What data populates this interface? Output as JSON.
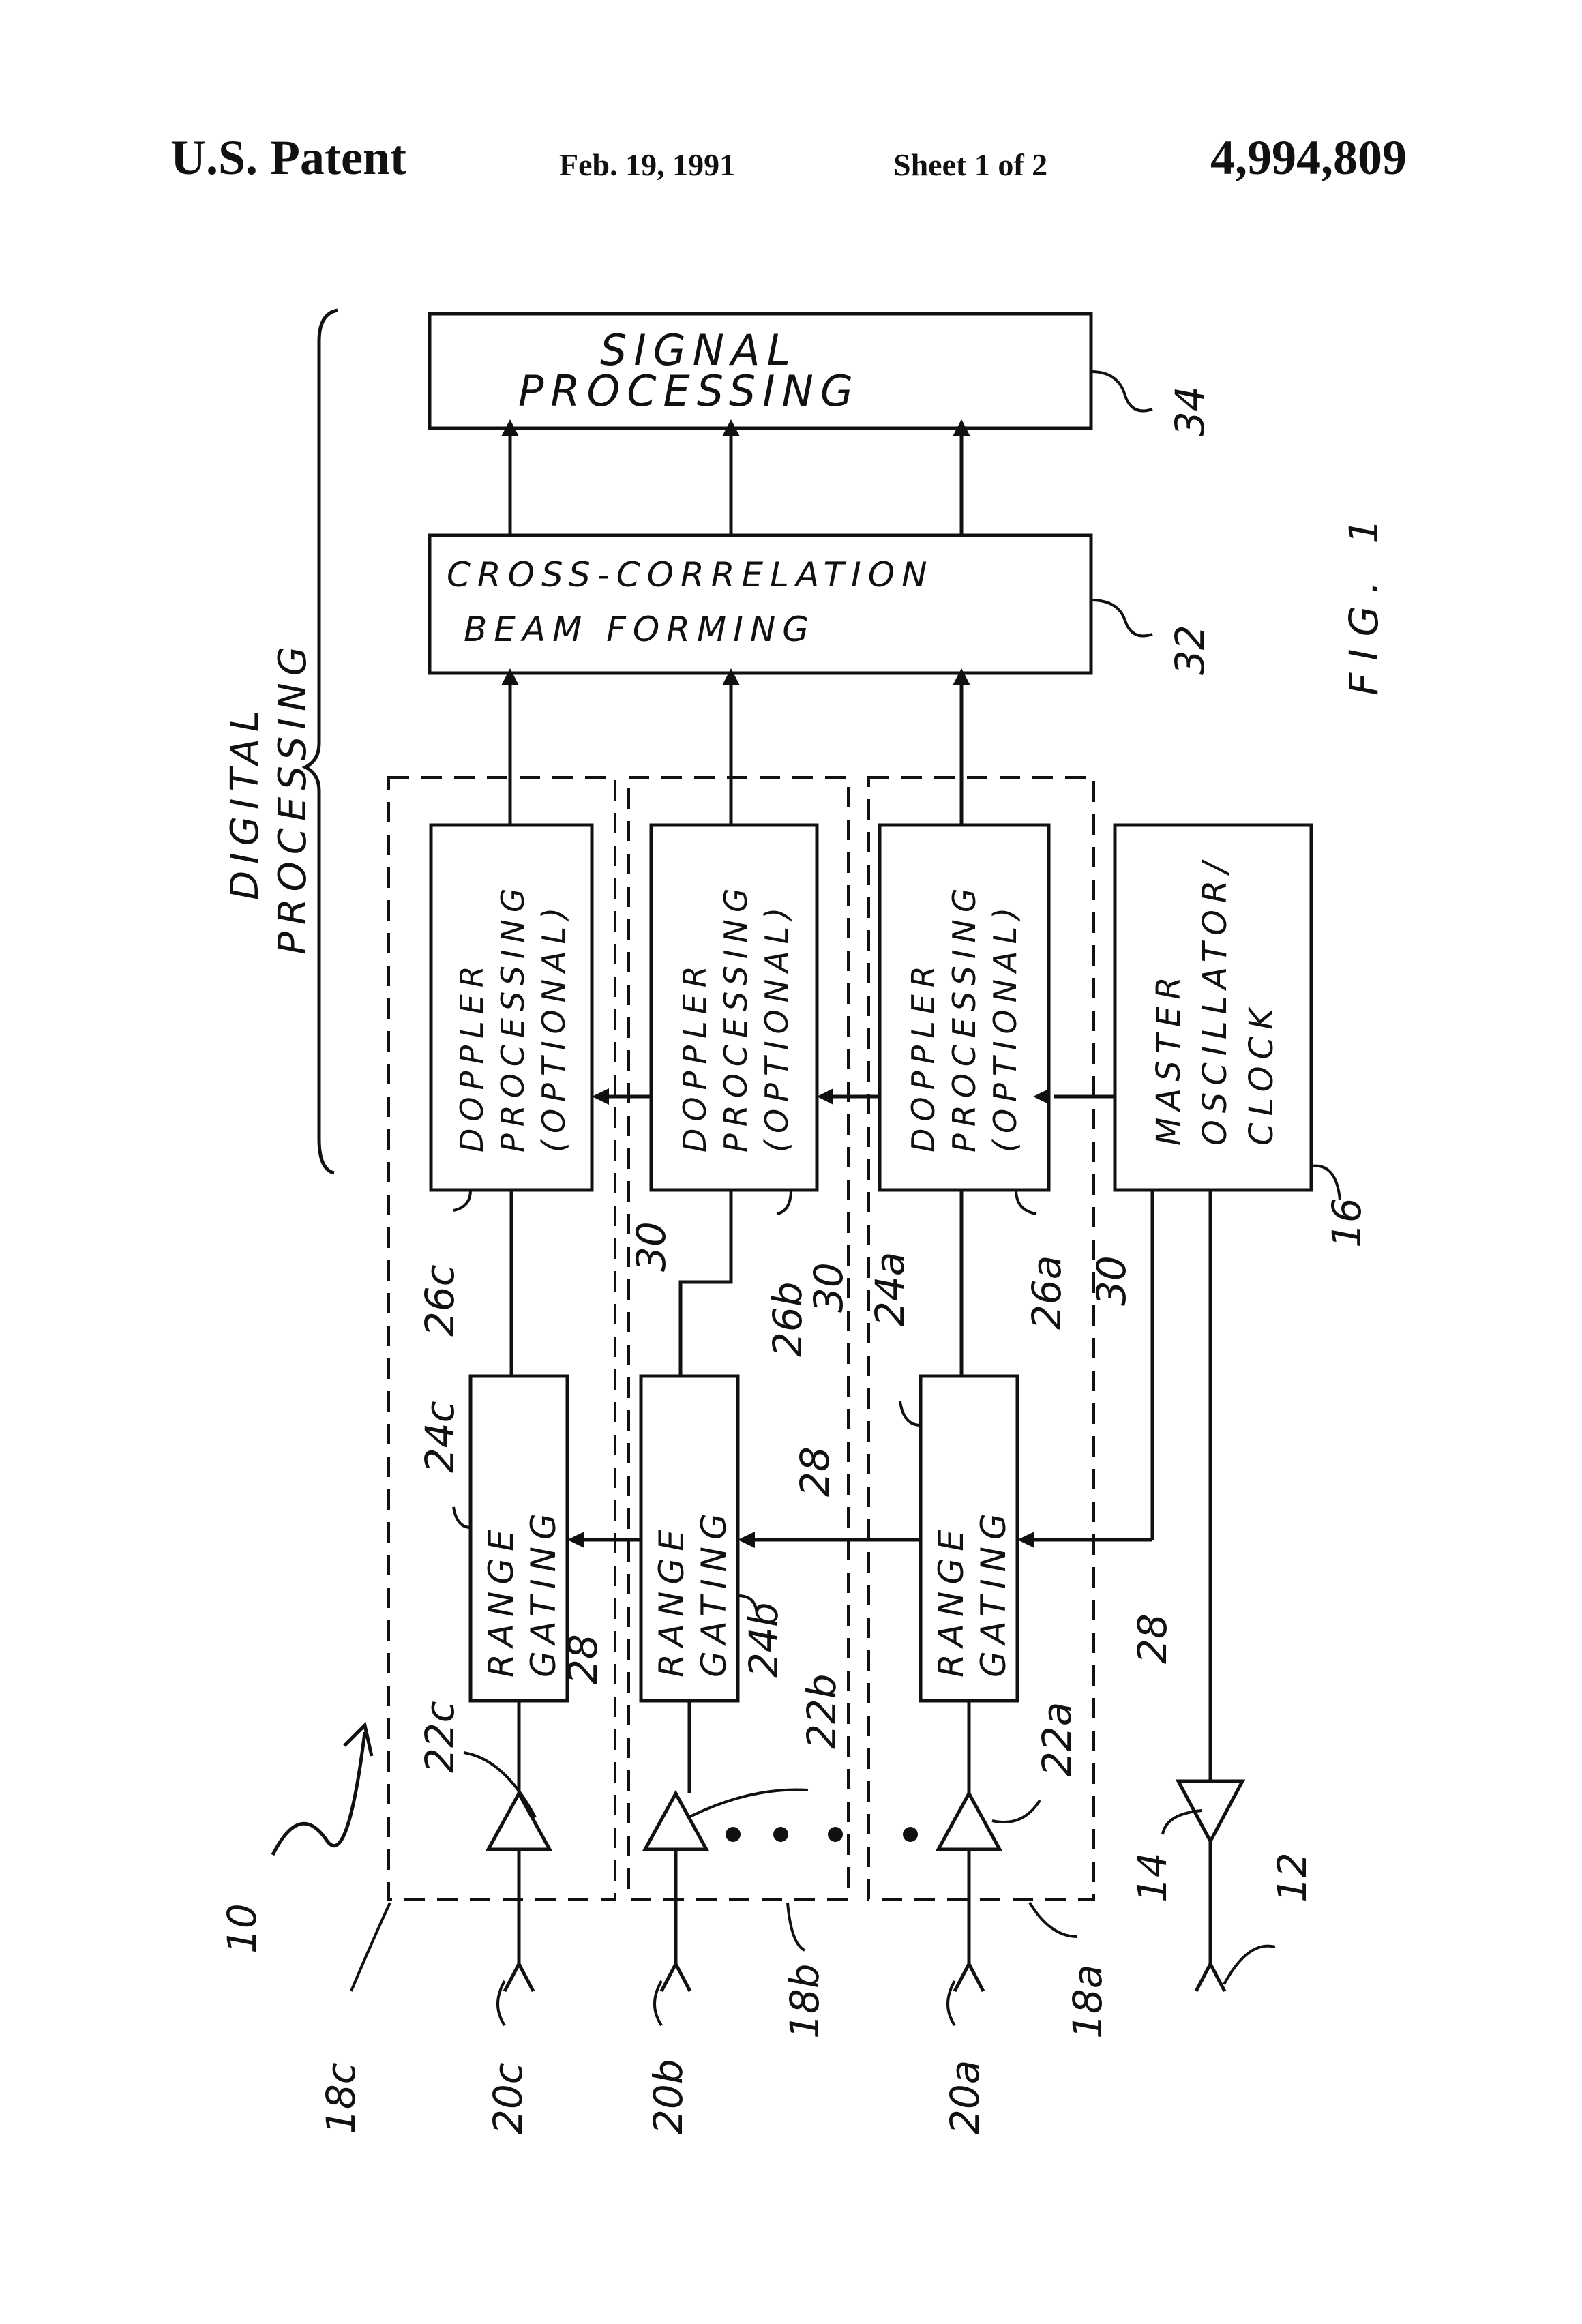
{
  "header": {
    "left": "U.S. Patent",
    "date": "Feb. 19, 1991",
    "sheet": "Sheet 1 of 2",
    "patent_number": "4,994,809"
  },
  "figure": {
    "caption": "FIG. 1",
    "bracket_label_line1": "DIGITAL",
    "bracket_label_line2": "PROCESSING",
    "blocks": {
      "signal_processing": [
        "SIGNAL",
        "PROCESSING"
      ],
      "beam_forming": [
        "CROSS-CORRELATION",
        "BEAM FORMING"
      ],
      "doppler": [
        "DOPPLER",
        "PROCESSING",
        "(OPTIONAL)"
      ],
      "master_oscillator": [
        "MASTER",
        "OSCILLATOR/",
        "CLOCK"
      ],
      "range_gating": [
        "RANGE",
        "GATING"
      ]
    },
    "reference_numerals": {
      "system": "10",
      "transmit_antenna": "12",
      "transmit_amp": "14",
      "oscillator": "16",
      "channel_c": "18c",
      "channel_b": "18b",
      "channel_a": "18a",
      "antenna_c": "20c",
      "antenna_b": "20b",
      "antenna_a": "20a",
      "amp_c": "22c",
      "amp_b": "22b",
      "amp_a": "22a",
      "gate_c": "24c",
      "gate_b": "24b",
      "gate_a": "24a",
      "doppler_c": "26c",
      "doppler_b": "26b",
      "doppler_a": "26a",
      "clock_line": "30",
      "gate_line": "28",
      "beam_forming": "32",
      "signal_processing": "34"
    }
  }
}
